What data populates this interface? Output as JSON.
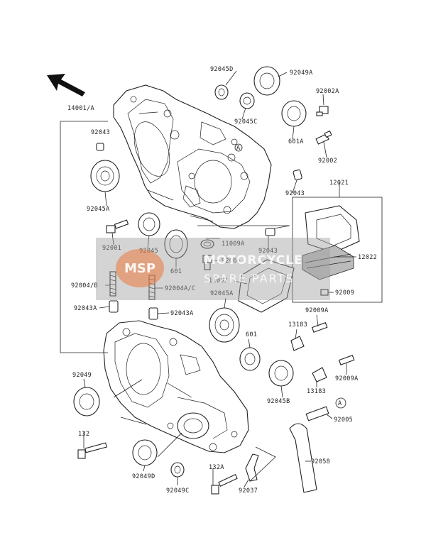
{
  "watermark": {
    "logo_text": "MSP",
    "line1": "MOTORCYCLE",
    "line2": "SPARE PARTS"
  },
  "labels": {
    "p92045D": "92045D",
    "p92049A": "92049A",
    "p14001A": "14001/A",
    "p92002A": "92002A",
    "p92043_top": "92043",
    "p92045C": "92045C",
    "p601A": "601A",
    "p92002": "92002",
    "p92045A_left": "92045A",
    "p92043_mid": "92043",
    "p12021": "12021",
    "p92001": "92001",
    "p92045": "92045",
    "p11009A": "11009A",
    "p92043_right": "92043",
    "p12022": "12022",
    "p601_left": "601",
    "p92066": "92066",
    "p92004B": "92004/B",
    "p92004AC": "92004A/C",
    "p11003": "11003",
    "p92009": "92009",
    "p92043A_left": "92043A",
    "p92043A_right": "92043A",
    "p92045A_right": "92045A",
    "p92009A_top": "92009A",
    "p13183_top": "13183",
    "p601_right": "601",
    "p92049": "92049",
    "p92045B": "92045B",
    "p13183_bot": "13183",
    "p92009A_bot": "92009A",
    "p92005": "92005",
    "p132": "132",
    "p92049D": "92049D",
    "p132A": "132A",
    "p92058": "92058",
    "p92049C": "92049C",
    "p92037": "92037",
    "circle_A1": "A",
    "circle_A2": "A"
  }
}
